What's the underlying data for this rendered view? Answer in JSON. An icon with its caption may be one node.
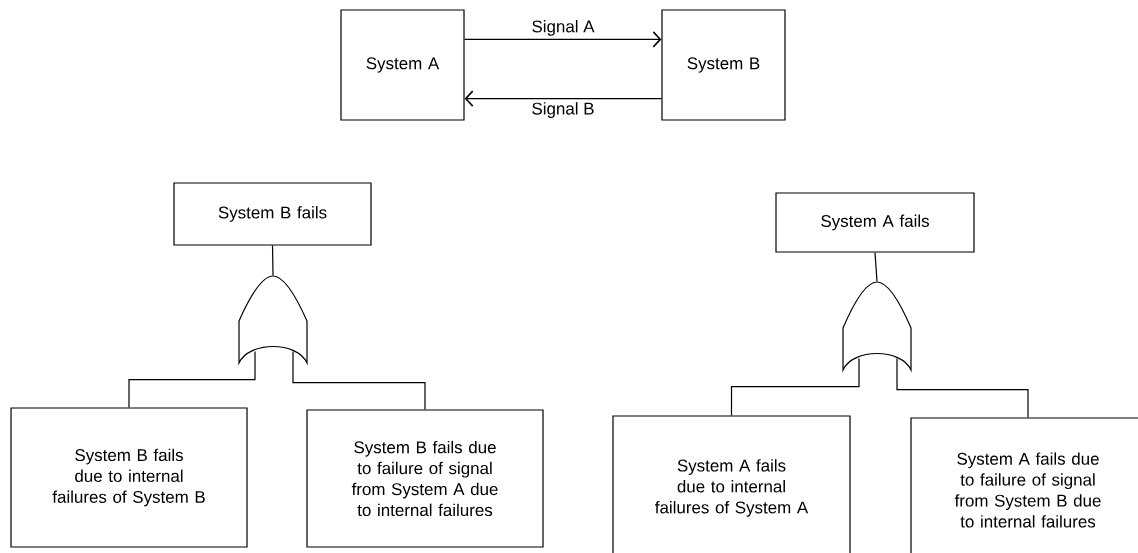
{
  "diagram": {
    "nodes": [
      {
        "text": [
          "System A"
        ]
      },
      {
        "text": [
          "System B"
        ]
      },
      {
        "text": [
          "System B fails"
        ]
      },
      {
        "text": [],
        "shape": "gate"
      },
      {
        "text": [
          "System B fails due to internal failures of System B"
        ]
      },
      {
        "text": [
          "System B fails due to failure of signal from System A due to internal failures"
        ]
      },
      {
        "text": [
          "System A fails"
        ]
      },
      {
        "text": [],
        "shape": "gate"
      },
      {
        "text": [
          "System A fails due to internal failures of System A"
        ]
      },
      {
        "text": [
          "System A fails due to failure of signal from System B due to internal failures"
        ]
      }
    ],
    "edges": [
      {
        "from": 0,
        "to": 1,
        "arrow": "to",
        "label": "Signal A"
      },
      {
        "from": 1,
        "to": 0,
        "arrow": "to",
        "label": "Signal B"
      },
      {
        "from": 2,
        "to": 3,
        "arrow": "none"
      },
      {
        "from": 3,
        "to": 4,
        "arrow": "none"
      },
      {
        "from": 3,
        "to": 5,
        "arrow": "none"
      },
      {
        "from": 6,
        "to": 7,
        "arrow": "none"
      },
      {
        "from": 7,
        "to": 8,
        "arrow": "none"
      },
      {
        "from": 7,
        "to": 9,
        "arrow": "none"
      }
    ]
  }
}
